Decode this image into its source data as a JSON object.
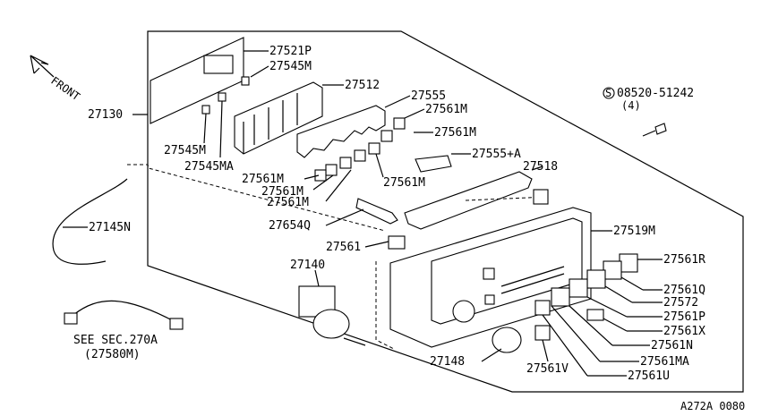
{
  "direction_label": "FRONT",
  "bolt_symbol": "S",
  "bolt_part": "08520-51242",
  "bolt_qty": "(4)",
  "see_ref_line1": "SEE SEC.270A",
  "see_ref_line2": "(27580M)",
  "diagram_code": "A272A 0080",
  "labels": {
    "p27521P": "27521P",
    "p27545M_top": "27545M",
    "p27512": "27512",
    "p27555": "27555",
    "p27561M_a": "27561M",
    "p27561M_b": "27561M",
    "p27130": "27130",
    "p27545M_left": "27545M",
    "p27545MA": "27545MA",
    "p27555A": "27555+A",
    "p27561M_c": "27561M",
    "p27561M_d": "27561M",
    "p27561M_e": "27561M",
    "p27561M_f": "27561M",
    "p27518": "27518",
    "p27145N": "27145N",
    "p27654Q": "27654Q",
    "p27519M": "27519M",
    "p27561": "27561",
    "p27140": "27140",
    "p27561R": "27561R",
    "p27561Q": "27561Q",
    "p27572": "27572",
    "p27561P": "27561P",
    "p27561X": "27561X",
    "p27561N": "27561N",
    "p27561MA": "27561MA",
    "p27561U": "27561U",
    "p27561V": "27561V",
    "p27148": "27148"
  }
}
